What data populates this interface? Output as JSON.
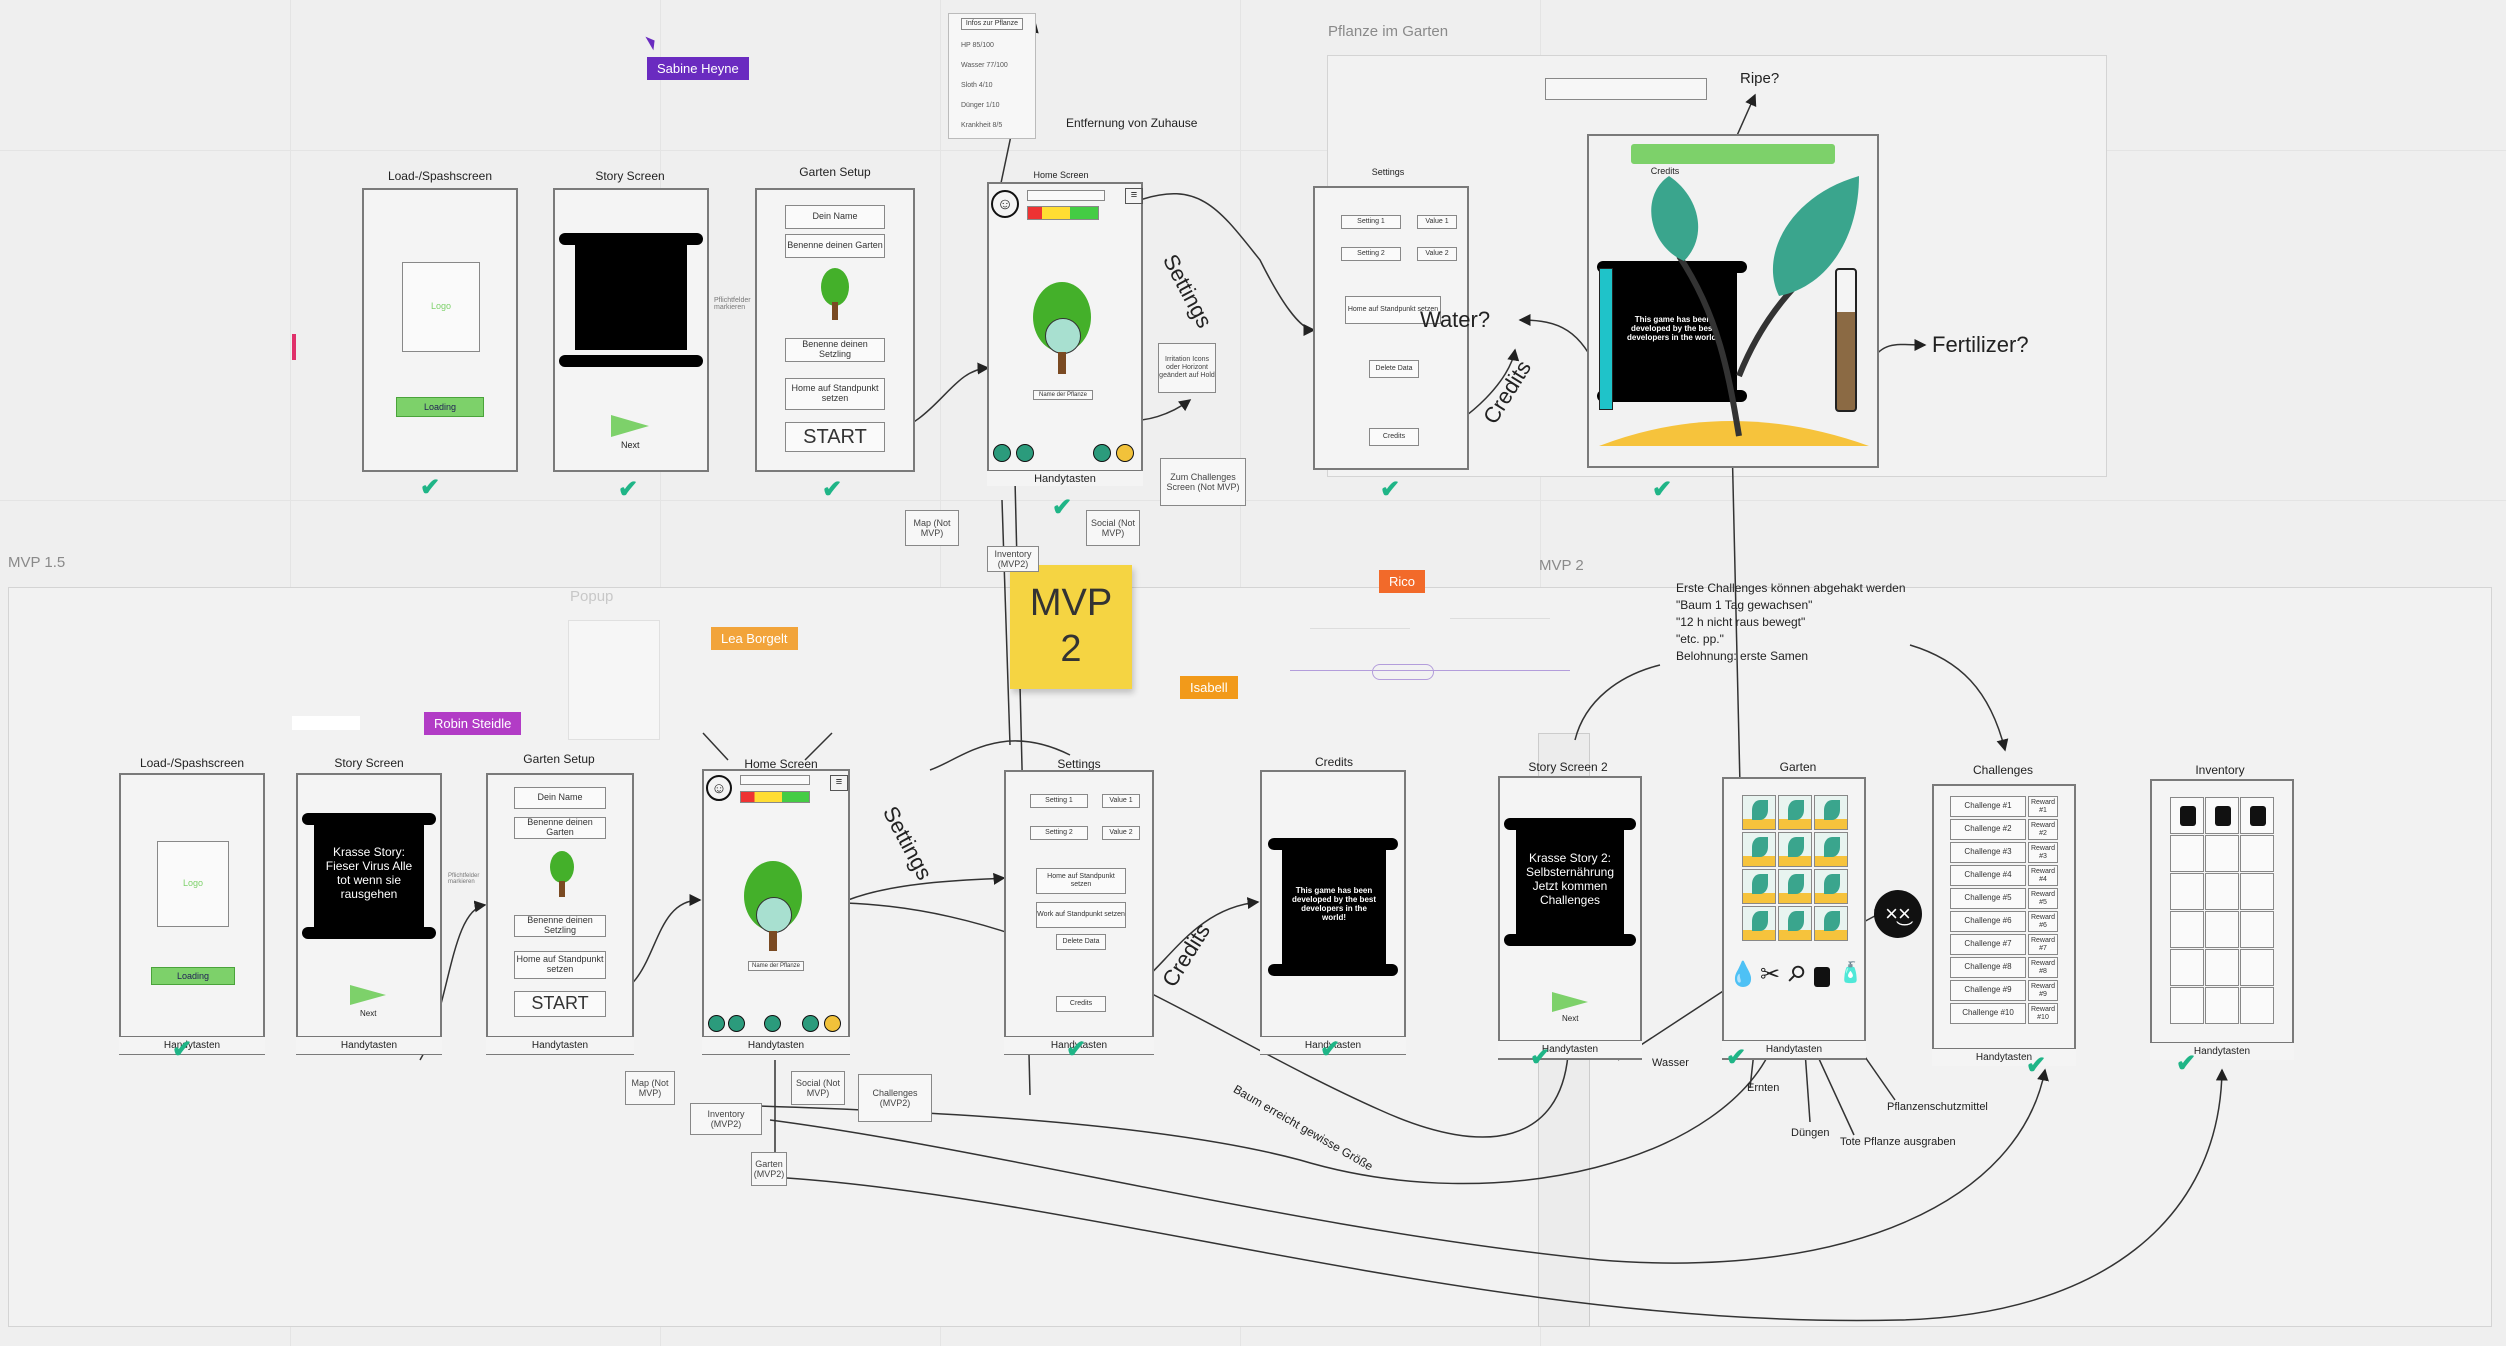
{
  "frames": {
    "pflanze": "Pflanze im Garten",
    "mvp15": "MVP 1.5",
    "mvp2": "MVP 2",
    "popup": "Popup"
  },
  "collaborators": {
    "sabine": "Sabine Heyne",
    "rico": "Rico",
    "lea": "Lea Borgelt",
    "isabell": "Isabell",
    "robin": "Robin Steidle"
  },
  "colors": {
    "sabine": "#6a2bc0",
    "rico": "#f26a2a",
    "lea": "#f2a43a",
    "isabell": "#f29a1a",
    "robin": "#b23cc6",
    "check": "#1fb587",
    "sticky": "#f5d442"
  },
  "sticky": {
    "line1": "MVP",
    "line2": "2"
  },
  "mvp1": {
    "load_title": "Load-/Spashscreen",
    "logo": "Logo",
    "loading": "Loading",
    "story_title": "Story Screen",
    "next": "Next",
    "pflanze_note": "Pflichtfelder markieren",
    "garten_title": "Garten Setup",
    "dein_name": "Dein Name",
    "benenne_garten": "Benenne deinen Garten",
    "benenne_setzling": "Benenne deinen Setzling",
    "home_standort": "Home auf Standpunkt setzen",
    "start": "START",
    "home_title": "Home Screen",
    "entfernung": "Entfernung von Zuhause",
    "name_pflanze": "Name der Pflanze",
    "handytasten": "Handytasten",
    "info_note": "Irritation Icons oder Horizont geändert auf Hold",
    "zum_challenges": "Zum Challenges Screen (Not MVP)",
    "map_note": "Map (Not MVP)",
    "inventory_note": "Inventory (MVP2)",
    "social_note": "Social (Not MVP)",
    "settings_arrow": "Settings",
    "settings_title": "Settings",
    "setting1": "Setting 1",
    "value1": "Value 1",
    "setting2": "Setting 2",
    "value2": "Value 2",
    "delete": "Delete Data",
    "credits_btn": "Credits",
    "credits_arrow": "Credits",
    "credits_title": "Credits",
    "credits_text": "This game has been developed by the best developers in the world!",
    "ripe": "Ripe?",
    "water": "Water?",
    "fertilizer": "Fertilizer?"
  },
  "info_popup": {
    "title": "Infos zur Pflanze",
    "lines": [
      "HP    85/100",
      "Wasser 77/100",
      "Sloth   4/10",
      "Dünger  1/10",
      "Krankheit 8/5"
    ]
  },
  "mvp15": {
    "load_title": "Load-/Spashscreen",
    "logo": "Logo",
    "loading": "Loading",
    "story_title": "Story Screen",
    "story_text": "Krasse Story: Fieser Virus Alle tot wenn sie rausgehen",
    "next": "Next",
    "pflicht_note": "Pflichtfelder markieren",
    "garten_title": "Garten Setup",
    "dein_name": "Dein Name",
    "benenne_garten": "Benenne deinen Garten",
    "benenne_setzling": "Benenne deinen Setzling",
    "home_standort": "Home auf Standpunkt setzen",
    "start": "START",
    "home_title": "Home Screen",
    "name_pflanze": "Name der Pflanze",
    "settings_arrow": "Settings",
    "settings_title": "Settings",
    "setting1": "Setting 1",
    "value1": "Value 1",
    "setting2": "Setting 2",
    "value2": "Value 2",
    "home_standort2": "Home auf Standpunkt setzen",
    "work_standort": "Work auf Standpunkt setzen",
    "delete": "Delete Data",
    "credits_btn": "Credits",
    "credits_arrow": "Credits",
    "credits_title": "Credits",
    "credits_text": "This game has been developed by the best developers in the world!",
    "handytasten": "Handytasten",
    "map_note": "Map (Not MVP)",
    "social_note": "Social (Not MVP)",
    "challenges_note": "Challenges (MVP2)",
    "inventory_note": "Inventory (MVP2)",
    "garten_note": "Garten (MVP2)",
    "baum_arrow": "Baum erreicht gewisse Größe"
  },
  "mvp2": {
    "story2_title": "Story Screen 2",
    "story2_text": "Krasse Story 2: Selbsternährung Jetzt kommen Challenges",
    "next": "Next",
    "garten_title": "Garten",
    "challenges_title": "Challenges",
    "inventory_title": "Inventory",
    "handytasten": "Handytasten",
    "note_lines": [
      "Erste Challenges können abgehakt werden",
      "\"Baum 1 Tag gewachsen\"",
      "\"12 h nicht raus bewegt\"",
      "\"etc. pp.\"",
      "Belohnung: erste Samen"
    ],
    "challenges": [
      "Challenge #1",
      "Challenge #2",
      "Challenge #3",
      "Challenge #4",
      "Challenge #5",
      "Challenge #6",
      "Challenge #7",
      "Challenge #8",
      "Challenge #9",
      "Challenge #10"
    ],
    "rewards": [
      "Reward #1",
      "Reward #2",
      "Reward #3",
      "Reward #4",
      "Reward #5",
      "Reward #6",
      "Reward #7",
      "Reward #8",
      "Reward #9",
      "Reward #10"
    ],
    "wasser": "Wasser",
    "ernten": "Ernten",
    "duengen": "Düngen",
    "tote_pflanze": "Tote Pflanze ausgraben",
    "schutzmittel": "Pflanzenschutzmittel"
  }
}
